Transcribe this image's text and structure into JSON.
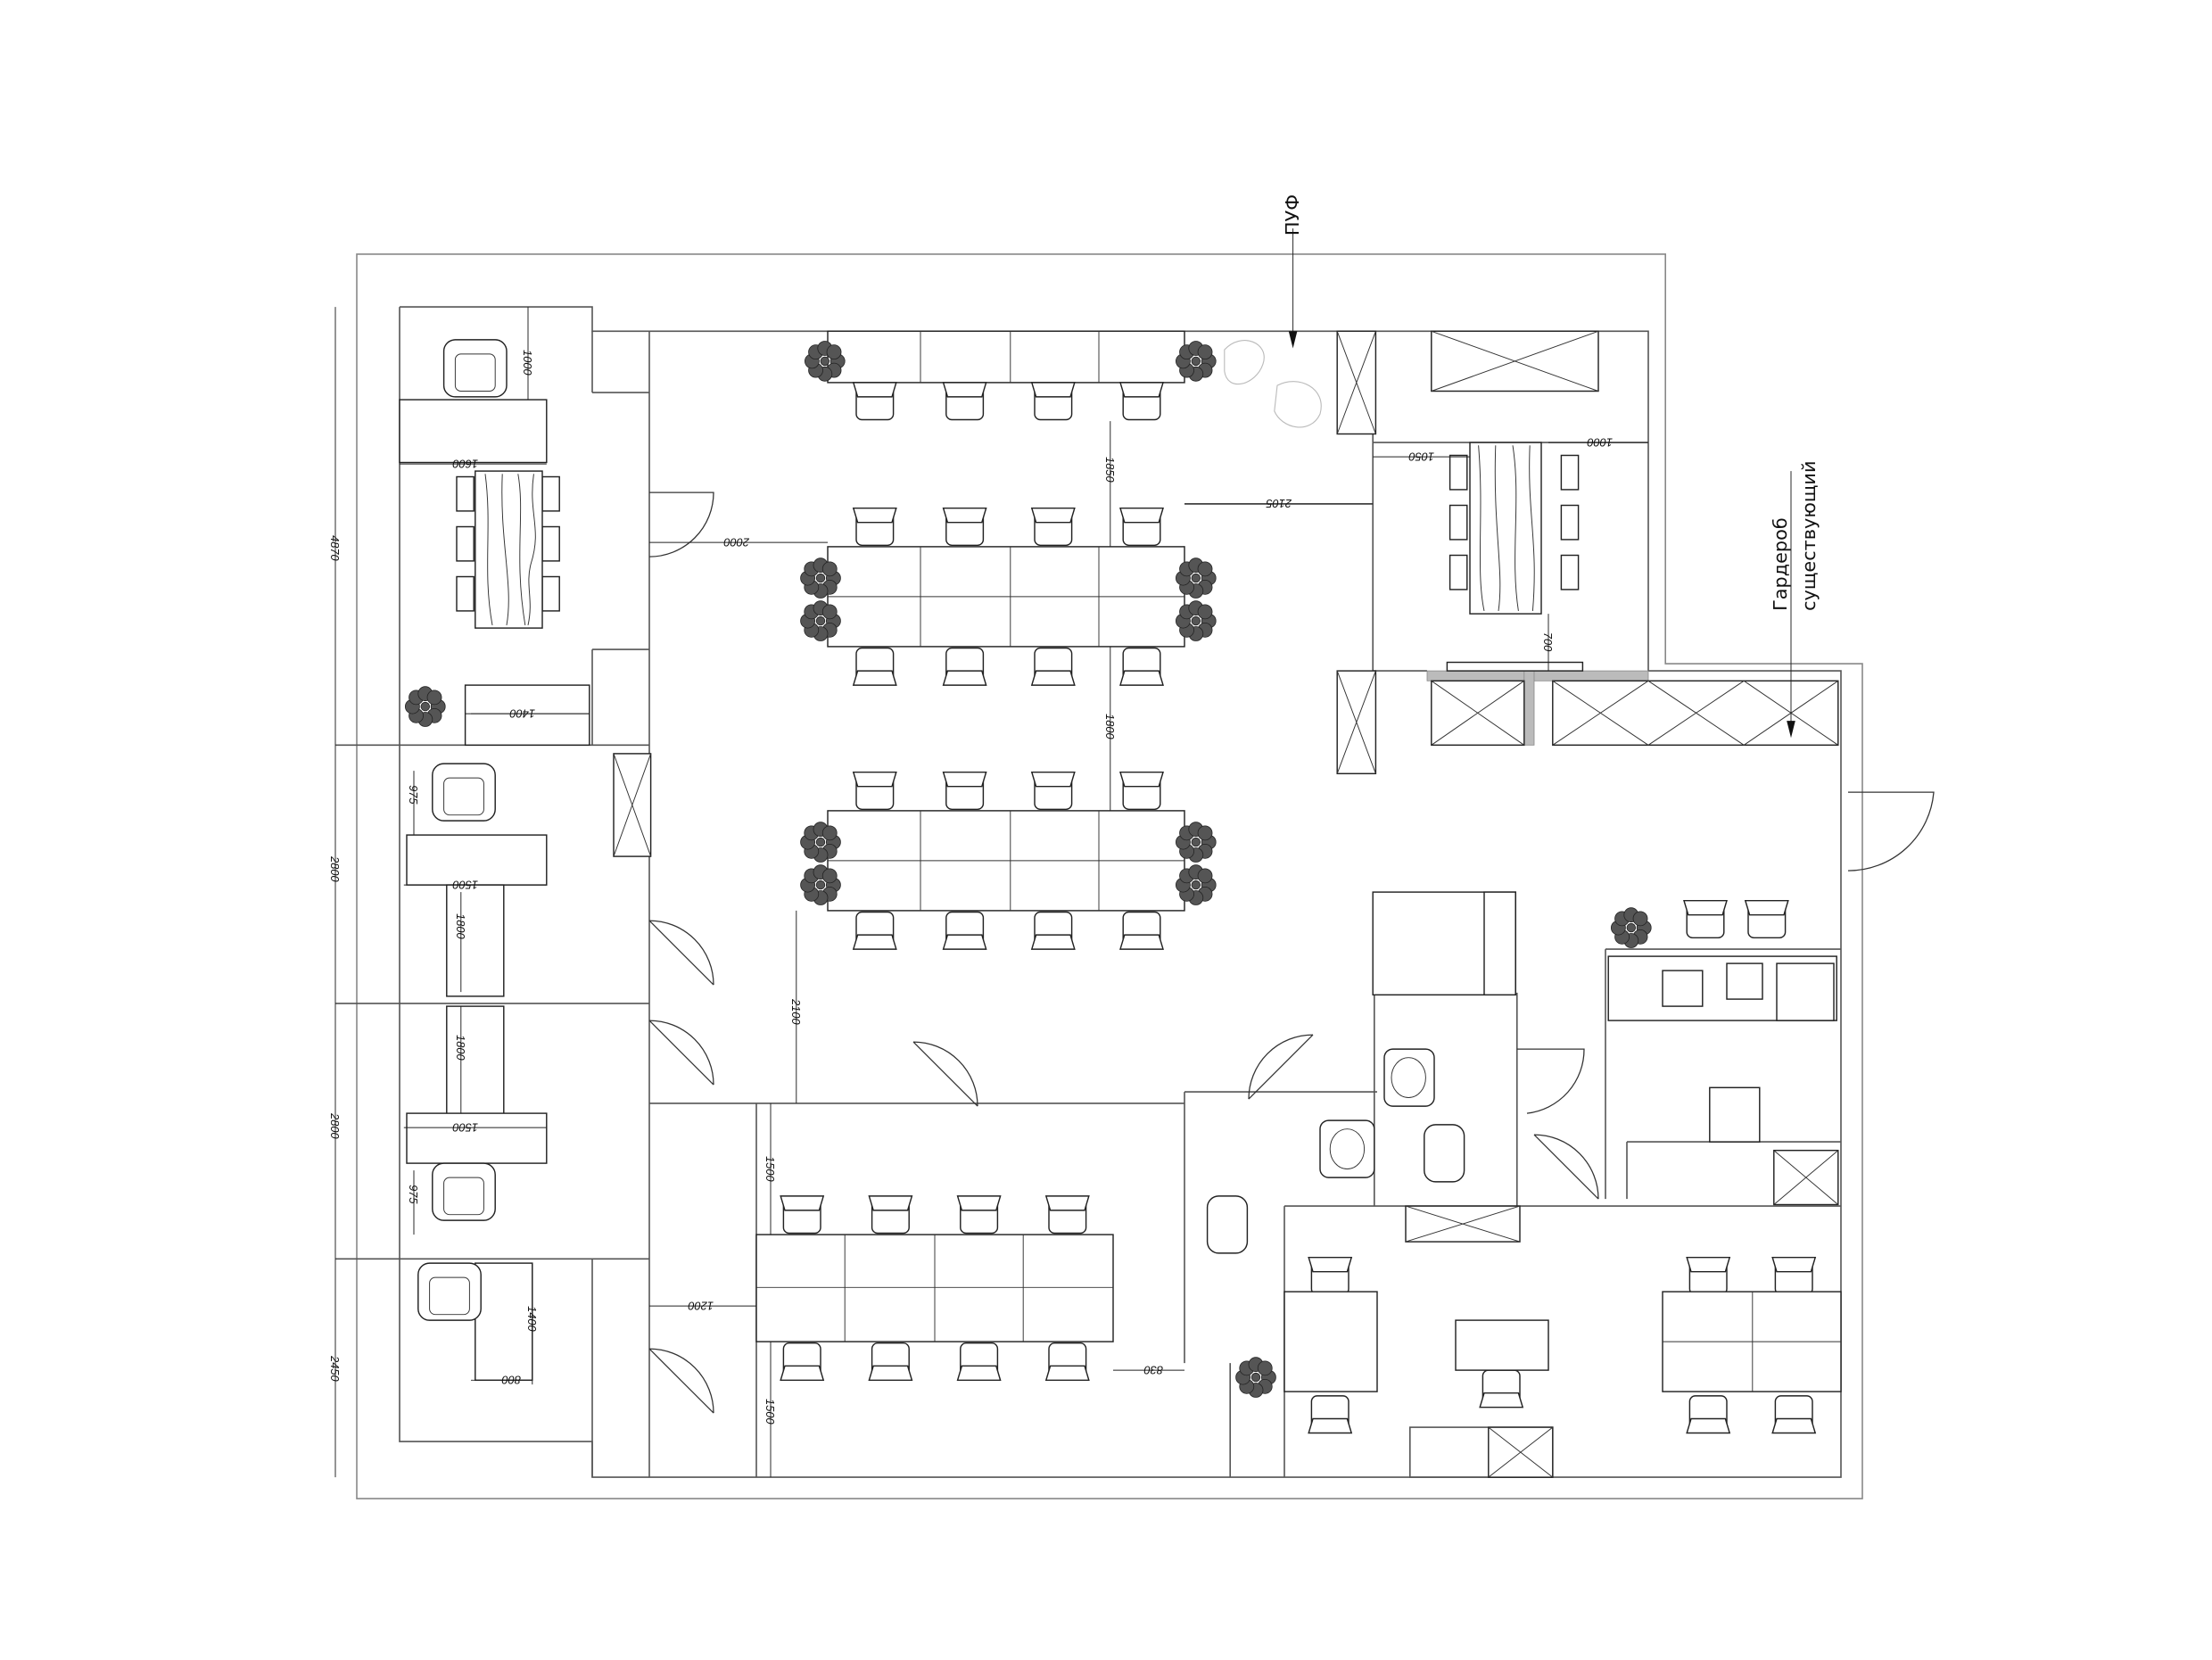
{
  "plan": {
    "labels": {
      "pouf": "ПУФ",
      "wardrobe_line1": "Гардероб",
      "wardrobe_line2": "существующий"
    },
    "dimensions": {
      "director_room_height": "4870",
      "armchair_offset": "1000",
      "director_desk_width": "1600",
      "sofa_width": "1400",
      "office2_height": "2800",
      "office2_chair_offset": "975",
      "office2_desk_width": "1500",
      "office2_desk_length": "1800",
      "office3_desk_length": "1800",
      "office3_desk_width": "1500",
      "office3_height": "2800",
      "office3_chair_offset": "975",
      "office4_height": "2450",
      "office4_desk_depth": "1400",
      "office4_desk_width": "800",
      "corridor_width_top": "2000",
      "corridor_width_bottom": "1200",
      "open_space_gap_1": "1850",
      "open_space_gap_2": "1800",
      "open_space_gap_3": "2100",
      "meeting_offset": "2105",
      "meeting_left_gap": "1050",
      "meeting_right_gap": "1000",
      "meeting_tv_gap": "700",
      "lower_room_gap_top": "1500",
      "lower_room_gap_bottom": "1500",
      "lower_room_side_gap": "830"
    }
  }
}
